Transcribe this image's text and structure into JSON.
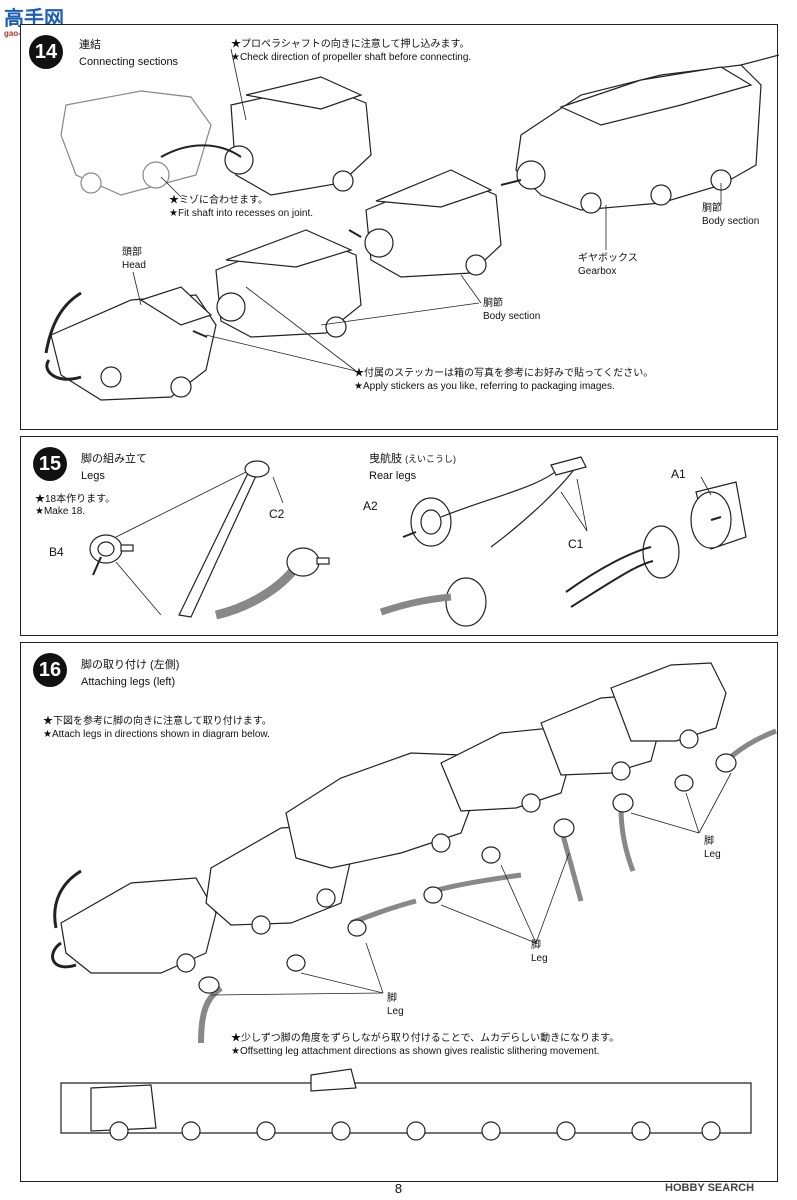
{
  "watermark_top": {
    "main": "高手网",
    "sub": "gao-shou.com"
  },
  "step14": {
    "number": "14",
    "title_jp": "連結",
    "title_en": "Connecting sections",
    "note1_jp": "★プロペラシャフトの向きに注意して押し込みます。",
    "note1_en": "★Check direction of propeller shaft before connecting.",
    "note2_jp": "★ミゾに合わせます。",
    "note2_en": "★Fit shaft into recesses on joint.",
    "head_jp": "頭部",
    "head_en": "Head",
    "body1_jp": "胴節",
    "body1_en": "Body section",
    "gearbox_jp": "ギヤボックス",
    "gearbox_en": "Gearbox",
    "body2_jp": "胴節",
    "body2_en": "Body section",
    "note3_jp": "★付属のステッカーは箱の写真を参考にお好みで貼ってください。",
    "note3_en": "★Apply stickers as you like, referring to packaging images."
  },
  "step15": {
    "number": "15",
    "title_jp": "脚の組み立て",
    "title_en": "Legs",
    "note_jp": "★18本作ります。",
    "note_en": "★Make 18.",
    "rear_jp": "曳航肢",
    "rear_reading": "(えいこうし)",
    "rear_en": "Rear legs",
    "parts": {
      "b4": "B4",
      "c2": "C2",
      "a2": "A2",
      "a1": "A1",
      "c1": "C1"
    }
  },
  "step16": {
    "number": "16",
    "title_jp": "脚の取り付け (左側)",
    "title_en": "Attaching legs (left)",
    "note1_jp": "★下図を参考に脚の向きに注意して取り付けます。",
    "note1_en": "★Attach legs in directions shown in diagram below.",
    "leg_jp": "脚",
    "leg_en": "Leg",
    "note2_jp": "★少しずつ脚の角度をずらしながら取り付けることで、ムカデらしい動きになります。",
    "note2_en": "★Offsetting leg attachment directions as shown gives realistic slithering movement."
  },
  "page_number": "8",
  "watermark_bottom": "HOBBY SEARCH"
}
